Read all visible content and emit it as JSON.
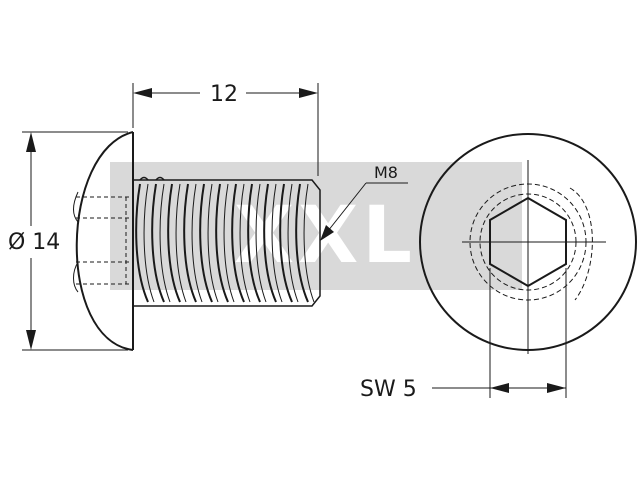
{
  "drawing": {
    "length_label": "12",
    "diameter_label": "Ø 14",
    "thread_label": "M8",
    "hex_label": "SW 5",
    "watermark": "XXL"
  },
  "colors": {
    "line": "#1a1a1a",
    "watermark_bg": "#d9d9d9",
    "watermark_text": "#ffffff"
  }
}
